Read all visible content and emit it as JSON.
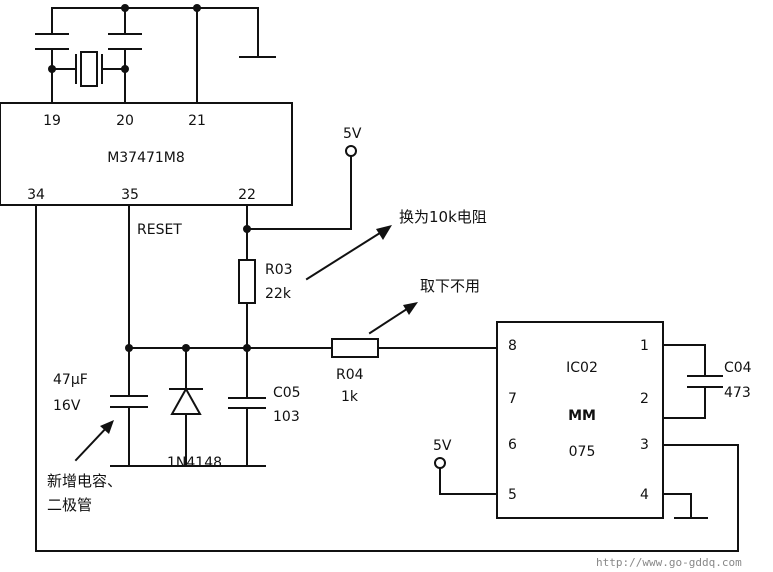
{
  "chip1": {
    "name": "M37471M8",
    "pins": {
      "p19": "19",
      "p20": "20",
      "p21": "21",
      "p34": "34",
      "p35": "35",
      "p22": "22"
    }
  },
  "chip2": {
    "name": "IC02",
    "line2": "MM",
    "line3": "075",
    "pins": {
      "p1": "1",
      "p2": "2",
      "p3": "3",
      "p4": "4",
      "p5": "5",
      "p6": "6",
      "p7": "7",
      "p8": "8"
    }
  },
  "labels": {
    "reset": "RESET",
    "vcc_top": "5V",
    "vcc_bottom": "5V",
    "r03_name": "R03",
    "r03_value": "22k",
    "r04_name": "R04",
    "r04_value": "1k",
    "c05_name": "C05",
    "c05_value": "103",
    "c04_name": "C04",
    "c04_value": "473",
    "cap_value": "47μF",
    "cap_voltage": "16V",
    "diode": "1N4148"
  },
  "annotations": {
    "replace_resistor": "换为10k电阻",
    "remove_unused": "取下不用",
    "new_parts_line1": "新增电容、",
    "new_parts_line2": "二极管"
  },
  "watermark": "http://www.go-gddq.com"
}
